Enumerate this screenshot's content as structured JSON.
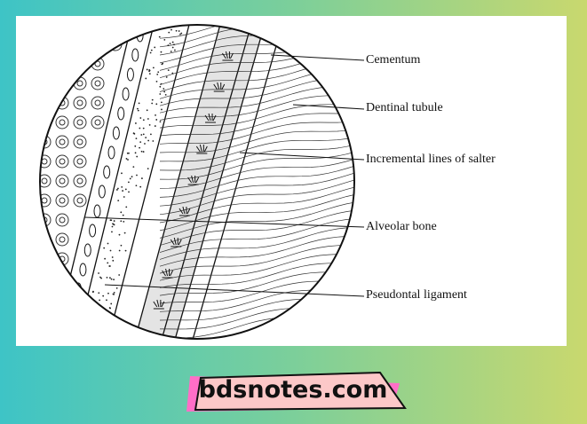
{
  "diagram": {
    "labels": {
      "cementum": "Cementum",
      "dentinal_tubule": "Dentinal tubule",
      "incremental_lines": "Incremental lines of salter",
      "alveolar_bone": "Alveolar bone",
      "pseudontal_ligament": "Pseudontal ligament"
    }
  },
  "footer": {
    "site": "bdsnotes.com"
  },
  "colors": {
    "banner_fill": "#fcc8c8",
    "banner_shadow": "#ff6ec7",
    "gradient_left": "#3ec4c6",
    "gradient_right": "#c9d86e"
  }
}
